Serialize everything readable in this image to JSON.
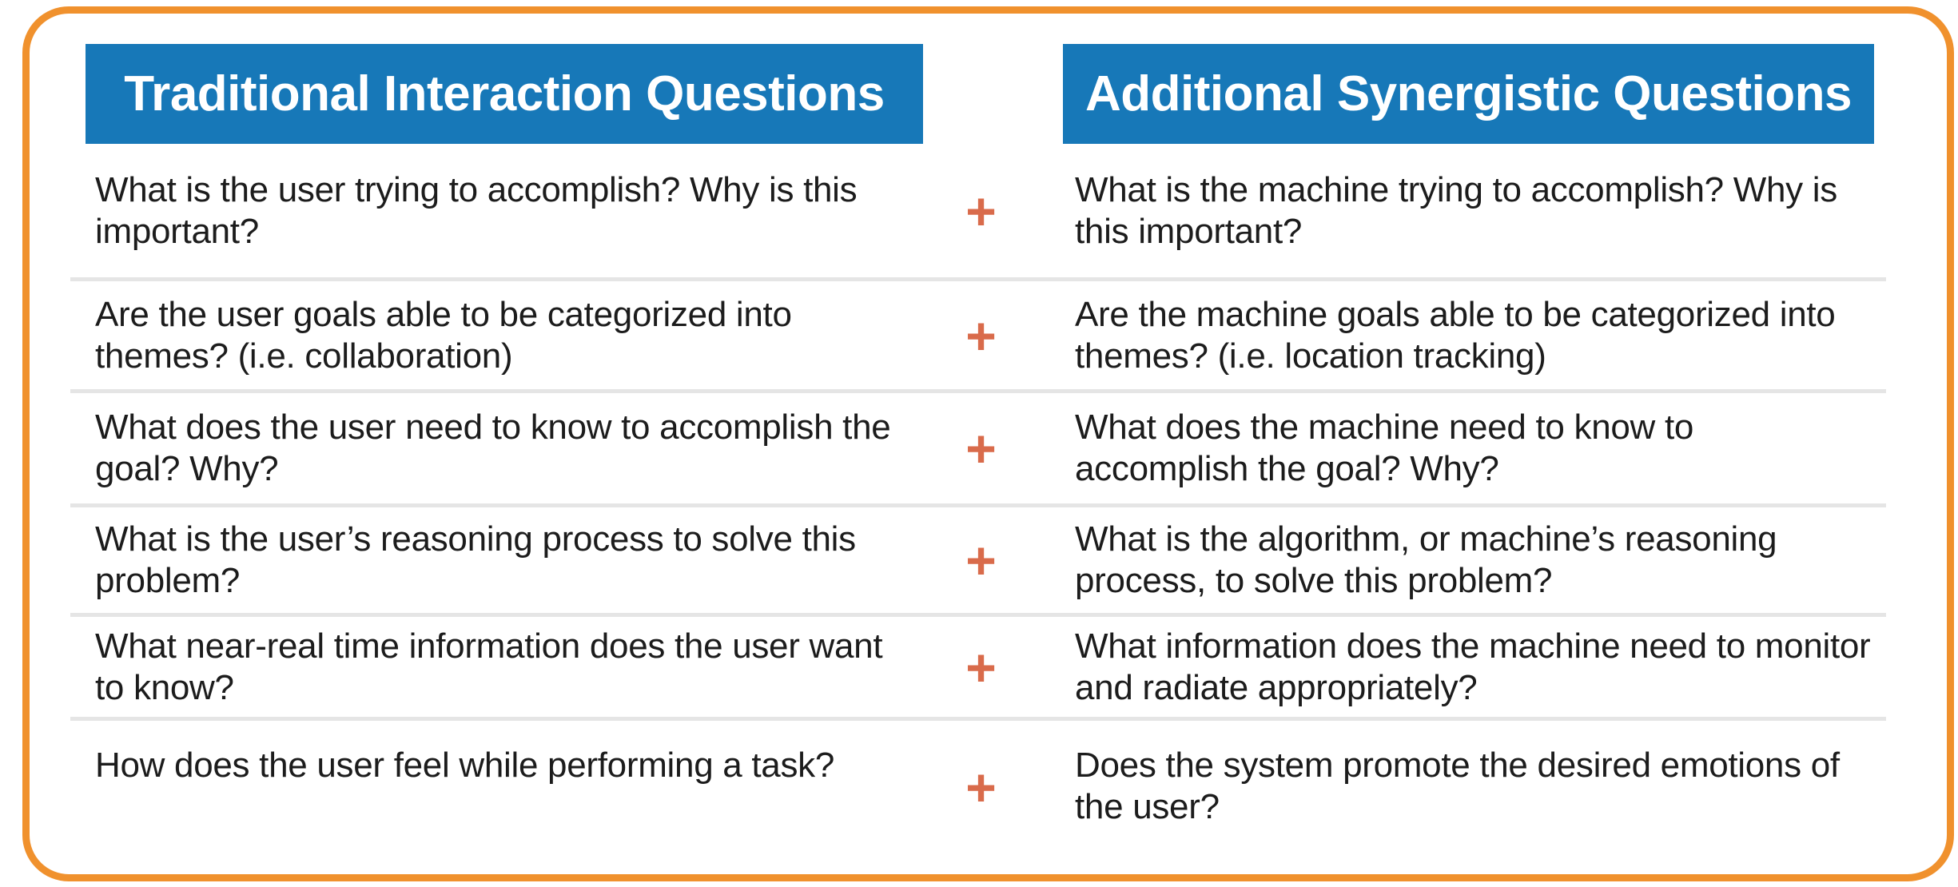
{
  "palette": {
    "header_background": "#1778B8",
    "header_text": "#FFFFFF",
    "frame_border": "#F0912D",
    "plus_color": "#D96B4B",
    "divider": "#E5E5E5",
    "body_text": "#1C1C1C",
    "background": "#FFFFFF"
  },
  "headers": {
    "traditional": "Traditional Interaction Questions",
    "synergistic": "Additional Synergistic Questions"
  },
  "plus_symbol": "+",
  "rows": [
    {
      "traditional": "What is the user trying to accomplish? Why is this important?",
      "synergistic": "What is the machine trying to accomplish? Why is this important?"
    },
    {
      "traditional": "Are the user goals able to be categorized into themes? (i.e. collaboration)",
      "synergistic": "Are the machine goals able to be categorized into themes? (i.e. location tracking)"
    },
    {
      "traditional": "What does the user need to know to accomplish the goal? Why?",
      "synergistic": "What does the machine need to know to accomplish the goal? Why?"
    },
    {
      "traditional": "What is the user’s reasoning process to solve this problem?",
      "synergistic": "What is the algorithm, or machine’s reasoning process, to solve this problem?"
    },
    {
      "traditional": "What near-real time information does the user want to know?",
      "synergistic": "What information does the machine need to monitor and radiate appropriately?"
    },
    {
      "traditional": "How does the user feel while performing a task?",
      "synergistic": "Does the system promote the desired emotions of the user?"
    }
  ]
}
